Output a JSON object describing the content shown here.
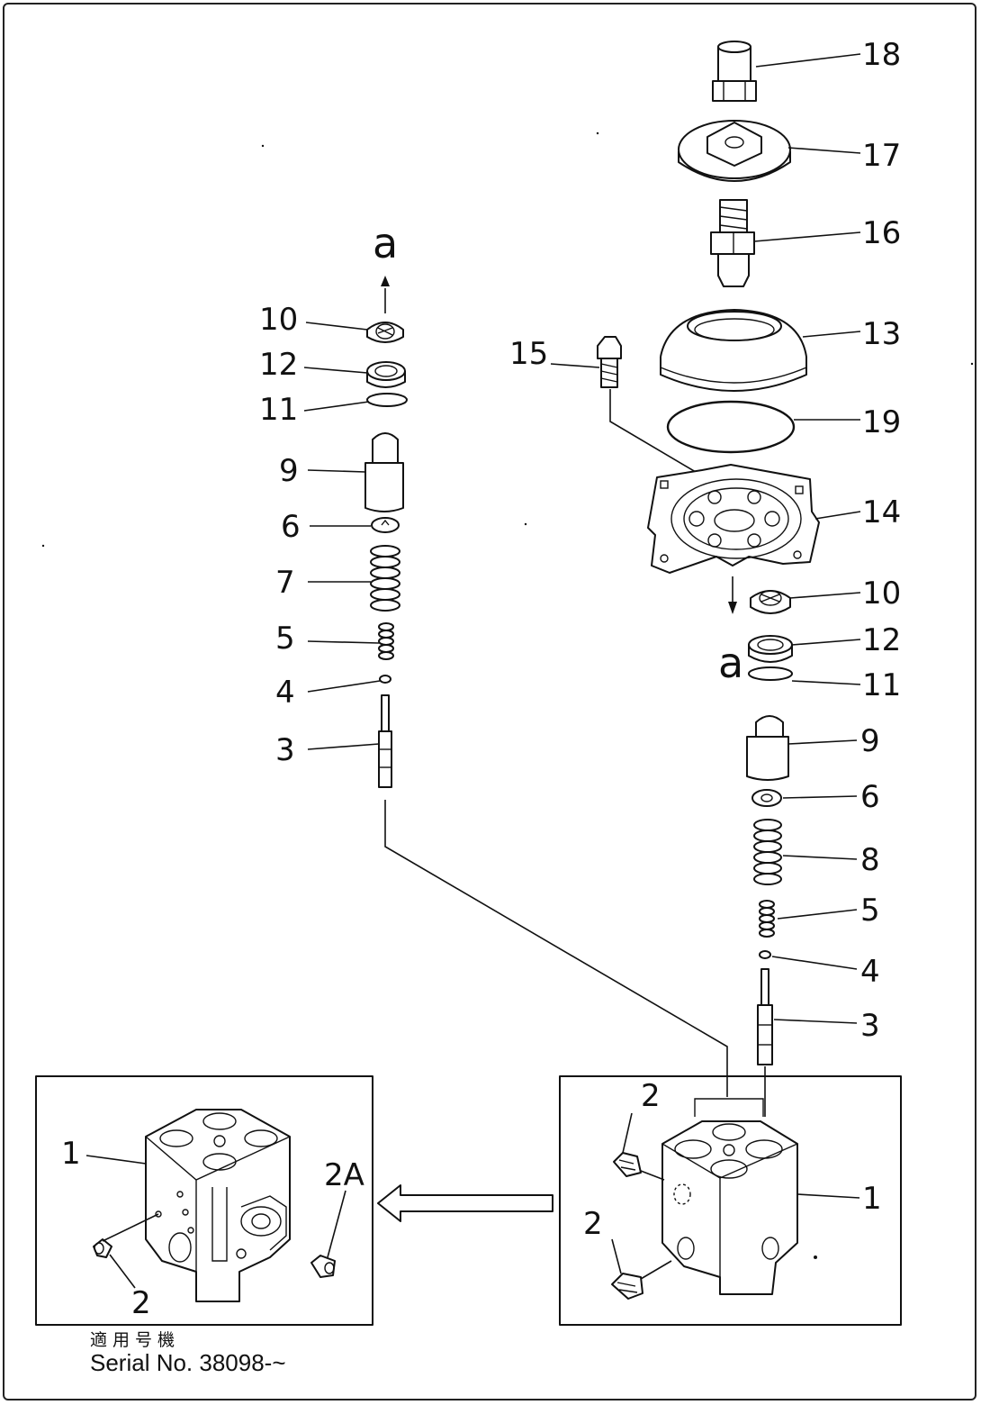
{
  "labels": {
    "n1_detail": "1",
    "n2_detail": "2",
    "n2a_detail": "2A",
    "n1_main": "1",
    "n2_main_top": "2",
    "n2_main_bottom": "2",
    "n3_left": "3",
    "n4_left": "4",
    "n5_left": "5",
    "n7_left": "7",
    "n6_left": "6",
    "n9_left": "9",
    "n11_left": "11",
    "n12_left": "12",
    "n10_left": "10",
    "a_left": "a",
    "n15": "15",
    "n18": "18",
    "n17": "17",
    "n16": "16",
    "n13": "13",
    "n19": "19",
    "n14": "14",
    "n10_right": "10",
    "n12_right": "12",
    "n11_right": "11",
    "a_right": "a",
    "n9_right": "9",
    "n6_right": "6",
    "n8_right": "8",
    "n5_right": "5",
    "n4_right": "4",
    "n3_right": "3"
  },
  "applicability": {
    "japanese": "適用号機",
    "serial": "Serial No. 38098-~"
  }
}
